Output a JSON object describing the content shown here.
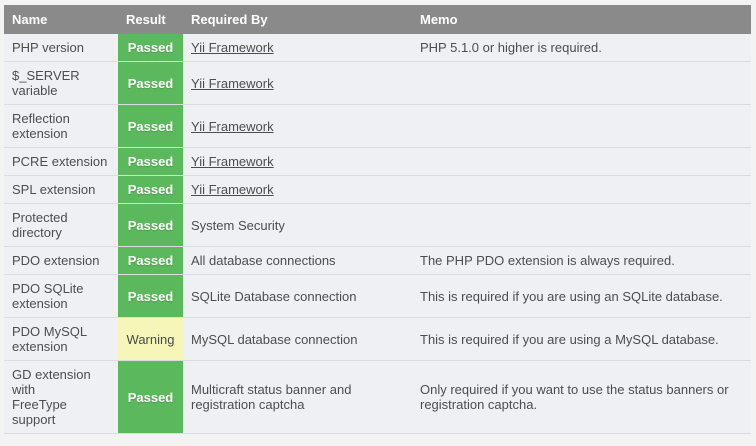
{
  "colors": {
    "page_background": "#f3f3f4",
    "header_background": "#8a8a8a",
    "header_text": "#ffffff",
    "row_background": "#eef0f4",
    "row_border": "#dadce1",
    "body_text": "#4d4d4d",
    "passed_background": "#5cb85c",
    "passed_text": "#ffffff",
    "warning_background": "#f6f6b9",
    "warning_text": "#4a4a4a"
  },
  "table": {
    "columns": [
      {
        "key": "name",
        "label": "Name"
      },
      {
        "key": "result",
        "label": "Result"
      },
      {
        "key": "required_by",
        "label": "Required By"
      },
      {
        "key": "memo",
        "label": "Memo"
      }
    ],
    "rows": [
      {
        "name": "PHP version",
        "result": "Passed",
        "result_type": "passed",
        "required_by": "Yii Framework",
        "required_by_is_link": true,
        "memo": "PHP 5.1.0 or higher is required."
      },
      {
        "name": "$_SERVER\nvariable",
        "result": "Passed",
        "result_type": "passed",
        "required_by": "Yii Framework",
        "required_by_is_link": true,
        "memo": ""
      },
      {
        "name": "Reflection\nextension",
        "result": "Passed",
        "result_type": "passed",
        "required_by": "Yii Framework",
        "required_by_is_link": true,
        "memo": ""
      },
      {
        "name": "PCRE extension",
        "result": "Passed",
        "result_type": "passed",
        "required_by": "Yii Framework",
        "required_by_is_link": true,
        "memo": ""
      },
      {
        "name": "SPL extension",
        "result": "Passed",
        "result_type": "passed",
        "required_by": "Yii Framework",
        "required_by_is_link": true,
        "memo": ""
      },
      {
        "name": "Protected\ndirectory",
        "result": "Passed",
        "result_type": "passed",
        "required_by": "System Security",
        "required_by_is_link": false,
        "memo": ""
      },
      {
        "name": "PDO extension",
        "result": "Passed",
        "result_type": "passed",
        "required_by": "All database connections",
        "required_by_is_link": false,
        "memo": "The PHP PDO extension is always required."
      },
      {
        "name": "PDO SQLite\nextension",
        "result": "Passed",
        "result_type": "passed",
        "required_by": "SQLite Database connection",
        "required_by_is_link": false,
        "memo": "This is required if you are using an SQLite database."
      },
      {
        "name": "PDO MySQL\nextension",
        "result": "Warning",
        "result_type": "warning",
        "required_by": "MySQL database connection",
        "required_by_is_link": false,
        "memo": "This is required if you are using a MySQL database."
      },
      {
        "name": "GD extension\nwith\nFreeType\nsupport",
        "result": "Passed",
        "result_type": "passed",
        "required_by": "Multicraft status banner and\nregistration captcha",
        "required_by_is_link": false,
        "memo": "Only required if you want to use the status banners or\nregistration captcha."
      }
    ]
  }
}
